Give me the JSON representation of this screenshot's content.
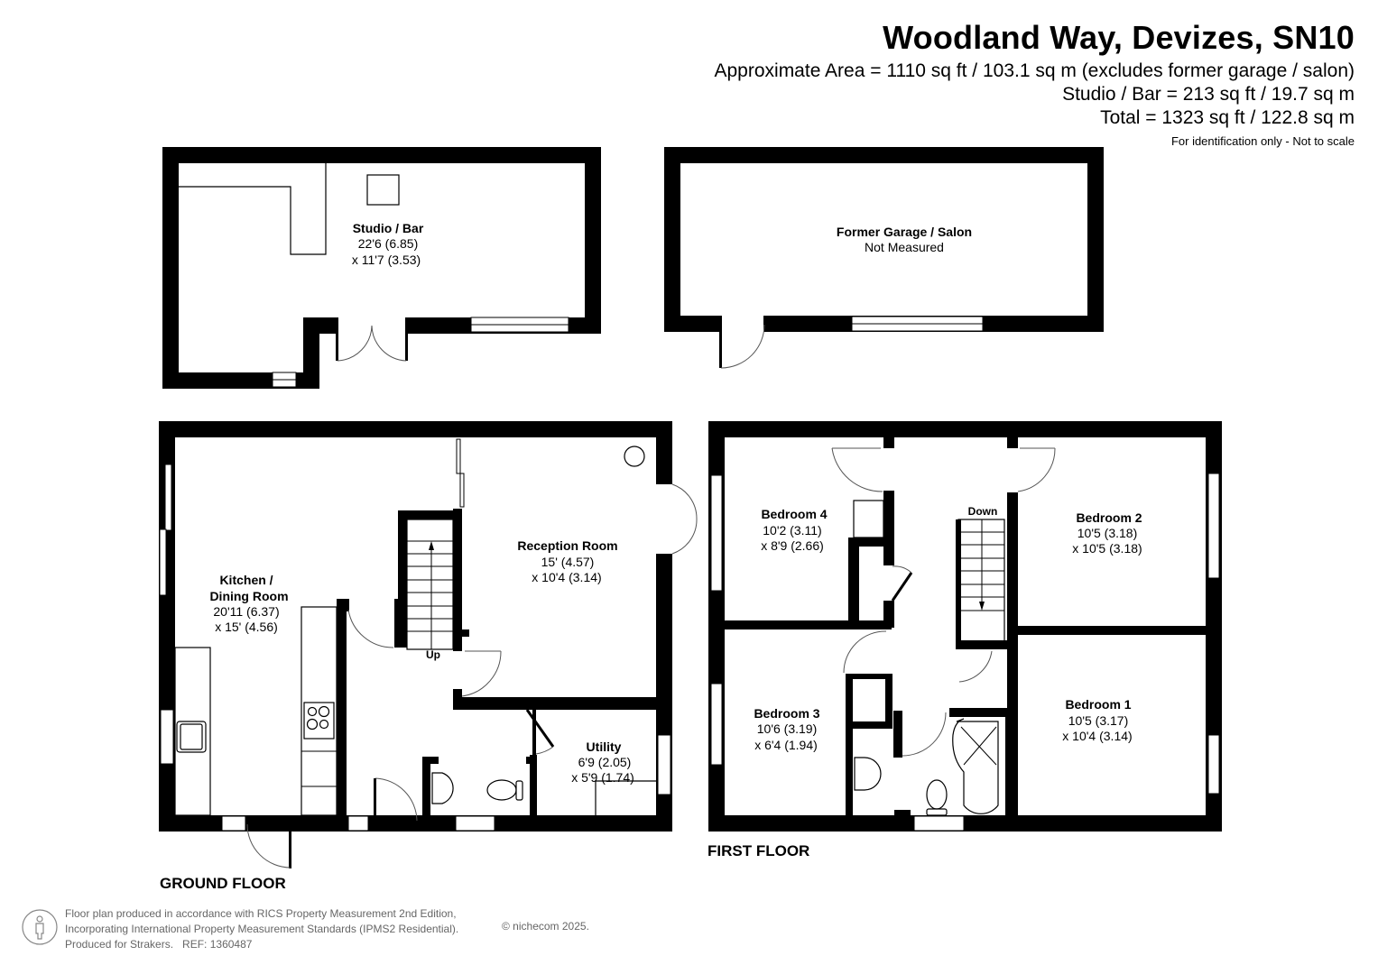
{
  "header": {
    "title": "Woodland Way, Devizes, SN10",
    "area_lines": [
      "Approximate Area = 1110 sq ft / 103.1 sq m (excludes former garage / salon)",
      "Studio / Bar = 213 sq ft / 19.7 sq m",
      "Total = 1323 sq ft / 122.8 sq m"
    ],
    "note": "For identification only - Not to scale"
  },
  "outbuildings": {
    "studio": {
      "name": "Studio / Bar",
      "dim1": "22'6 (6.85)",
      "dim2": "x 11'7 (3.53)"
    },
    "garage": {
      "name": "Former Garage / Salon",
      "dim1": "Not Measured"
    }
  },
  "ground_floor": {
    "label": "GROUND FLOOR",
    "stairs_label": "Up",
    "rooms": {
      "kitchen": {
        "name1": "Kitchen /",
        "name2": "Dining Room",
        "dim1": "20'11 (6.37)",
        "dim2": "x 15' (4.56)"
      },
      "reception": {
        "name": "Reception Room",
        "dim1": "15' (4.57)",
        "dim2": "x 10'4 (3.14)"
      },
      "utility": {
        "name": "Utility",
        "dim1": "6'9 (2.05)",
        "dim2": "x 5'9 (1.74)"
      }
    }
  },
  "first_floor": {
    "label": "FIRST FLOOR",
    "stairs_label": "Down",
    "rooms": {
      "bedroom4": {
        "name": "Bedroom 4",
        "dim1": "10'2 (3.11)",
        "dim2": "x 8'9 (2.66)"
      },
      "bedroom2": {
        "name": "Bedroom 2",
        "dim1": "10'5 (3.18)",
        "dim2": "x 10'5 (3.18)"
      },
      "bedroom3": {
        "name": "Bedroom 3",
        "dim1": "10'6 (3.19)",
        "dim2": "x 6'4 (1.94)"
      },
      "bedroom1": {
        "name": "Bedroom 1",
        "dim1": "10'5 (3.17)",
        "dim2": "x 10'4 (3.14)"
      }
    }
  },
  "footer": {
    "lines": [
      "Floor plan produced in accordance with RICS Property Measurement 2nd Edition,",
      "Incorporating International Property Measurement Standards (IPMS2 Residential).",
      "Produced for Strakers.   REF: 1360487"
    ],
    "copyright": "© nichecom 2025.",
    "icon": "person-info-icon"
  }
}
